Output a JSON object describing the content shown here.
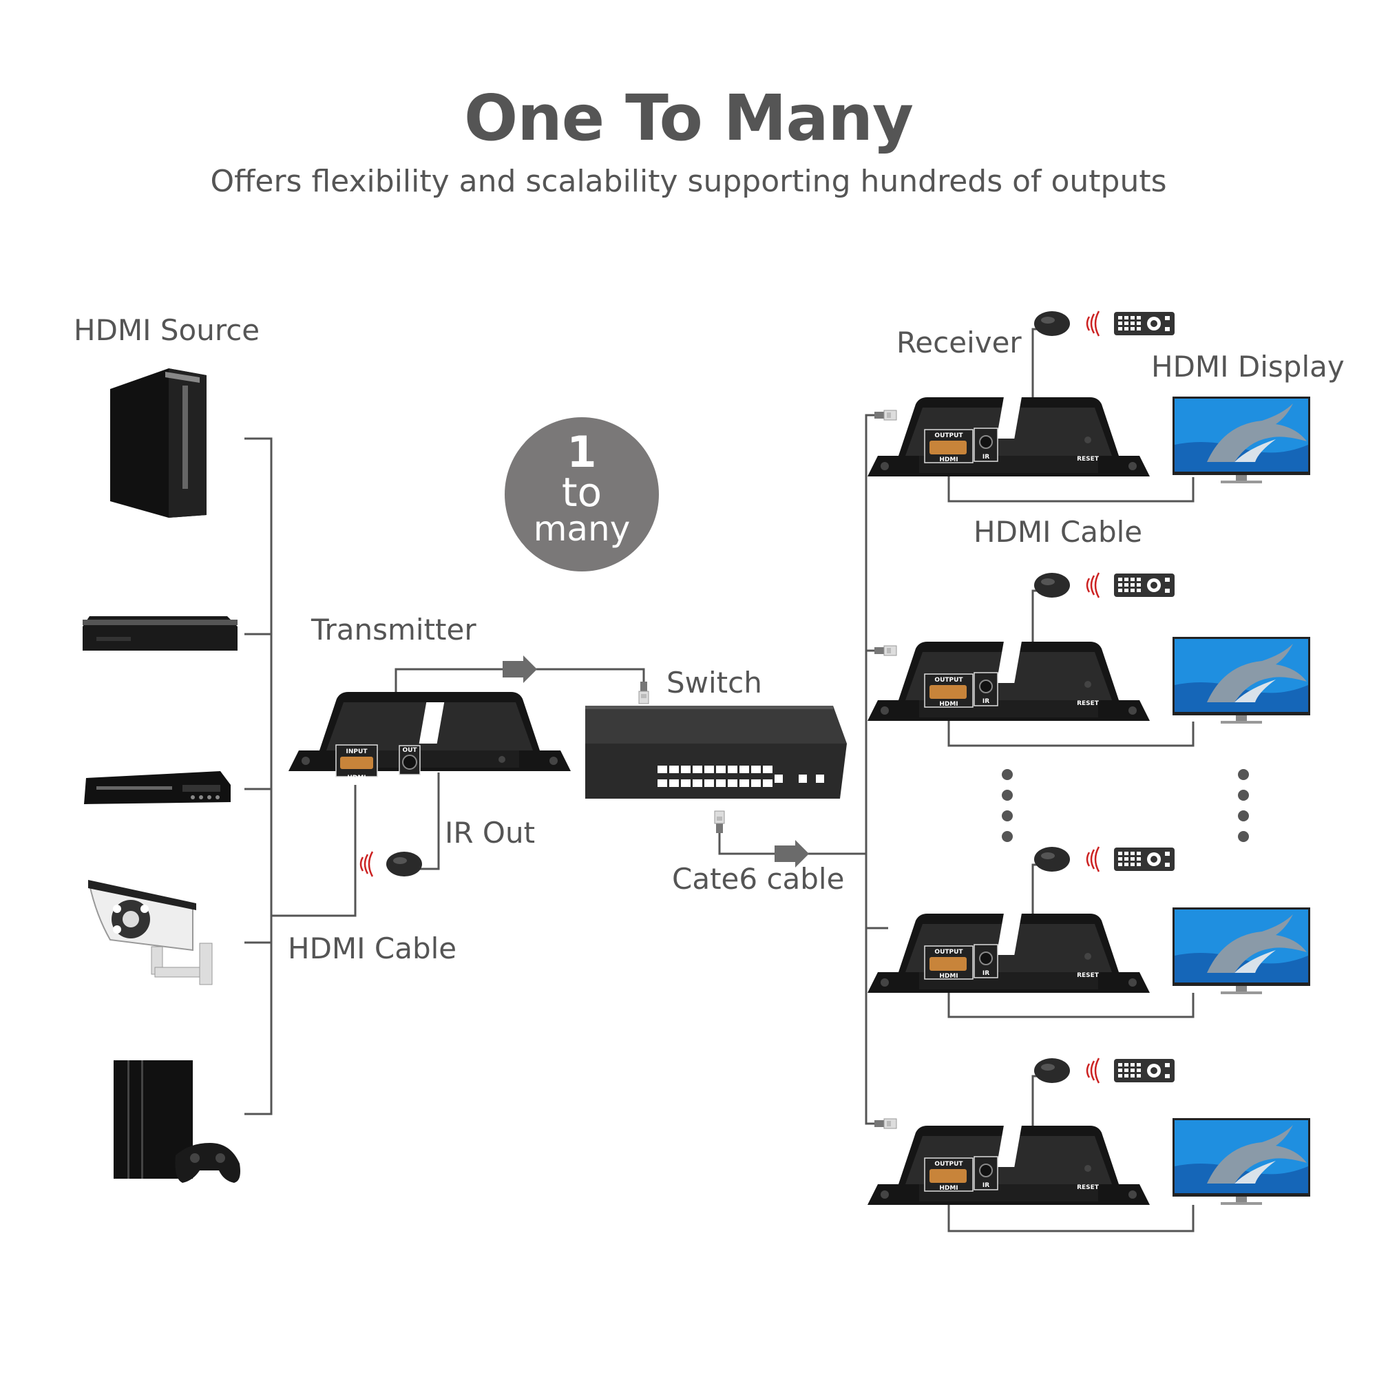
{
  "header": {
    "title": "One To Many",
    "subtitle": "Offers flexibility and scalability supporting hundreds of outputs"
  },
  "badge": {
    "line1": "1",
    "line2": "to",
    "line3": "many"
  },
  "labels": {
    "hdmi_source": "HDMI Source",
    "transmitter": "Transmitter",
    "switch": "Switch",
    "ir_out": "IR Out",
    "cate6_cable": "Cate6 cable",
    "hdmi_cable_left": "HDMI Cable",
    "receiver": "Receiver",
    "hdmi_display": "HDMI Display",
    "hdmi_cable_right": "HDMI Cable"
  },
  "device_marks": {
    "input": "INPUT",
    "output": "OUTPUT",
    "hdmi": "HDMI",
    "out": "OUT",
    "ir": "IR",
    "reset": "RESET"
  },
  "colors": {
    "text": "#555555",
    "line": "#555555",
    "badge": "#7a7878",
    "device": "#1a1a1a",
    "ir_signal": "#cc2222",
    "display_water": "#1e90e0"
  },
  "sources": [
    {
      "icon": "pc-tower-icon"
    },
    {
      "icon": "set-top-box-icon"
    },
    {
      "icon": "dvd-player-icon"
    },
    {
      "icon": "security-camera-icon"
    },
    {
      "icon": "game-console-icon"
    }
  ],
  "receivers": [
    {
      "icon": "receiver-icon"
    },
    {
      "icon": "receiver-icon"
    },
    {
      "icon": "receiver-icon"
    },
    {
      "icon": "receiver-icon"
    }
  ]
}
